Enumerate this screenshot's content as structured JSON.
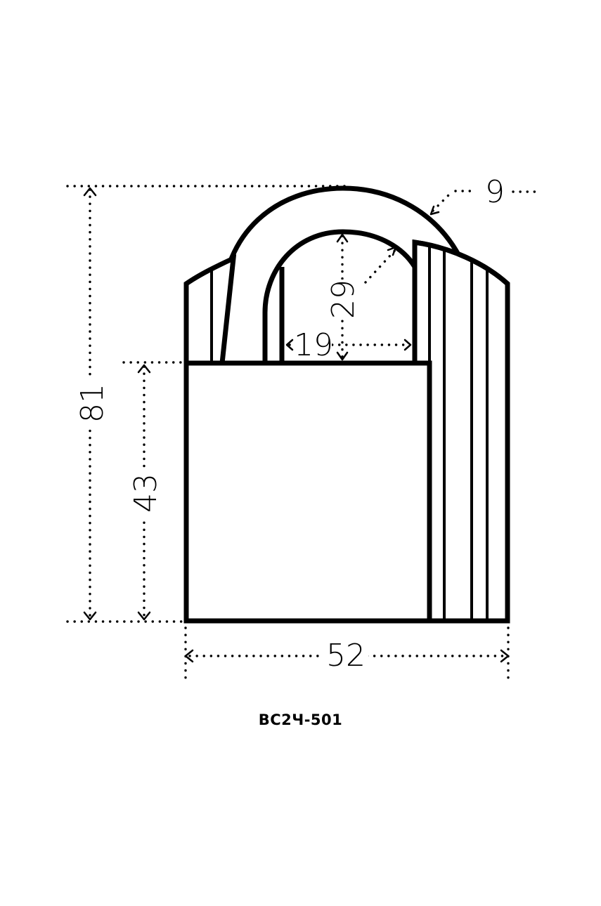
{
  "drawing": {
    "dimensions": {
      "total_height": "81",
      "body_height": "43",
      "body_width": "52",
      "shackle_inner_width": "19",
      "shackle_inner_height": "29",
      "shackle_diameter": "9"
    },
    "model": "ВС2Ч-501"
  }
}
